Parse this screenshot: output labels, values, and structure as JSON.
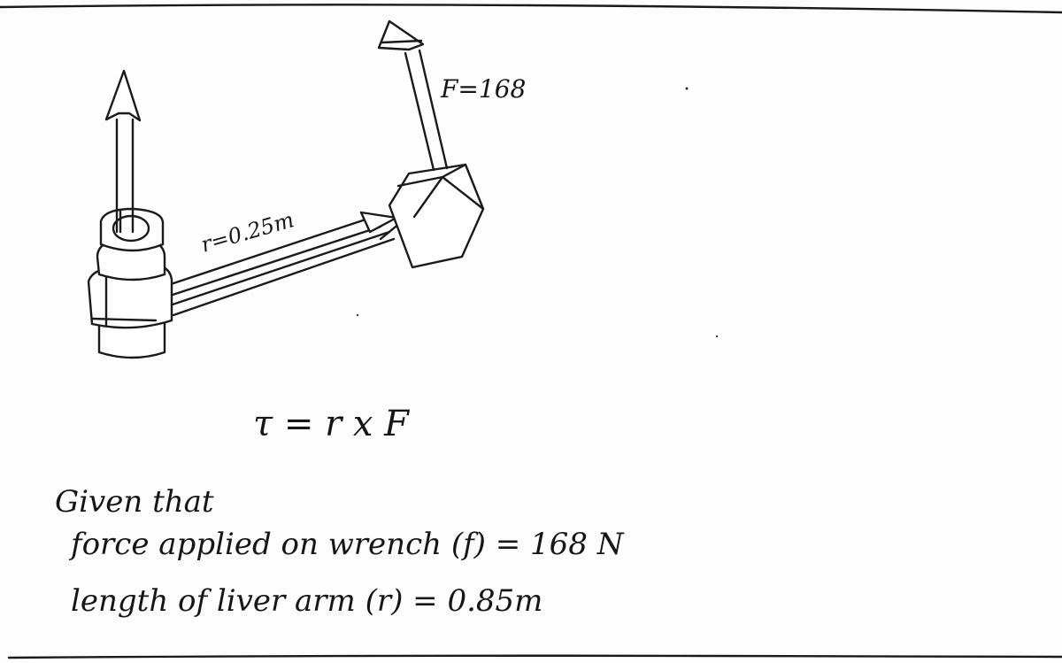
{
  "diagram": {
    "force_label": "F=168",
    "radius_label": "r=0.25m",
    "formula": "τ = r x F"
  },
  "notes": {
    "given_heading": "Given that",
    "line1": "force applied on wrench (f) = 168 N",
    "line2": "length of liver arm (r) = 0.85m"
  }
}
